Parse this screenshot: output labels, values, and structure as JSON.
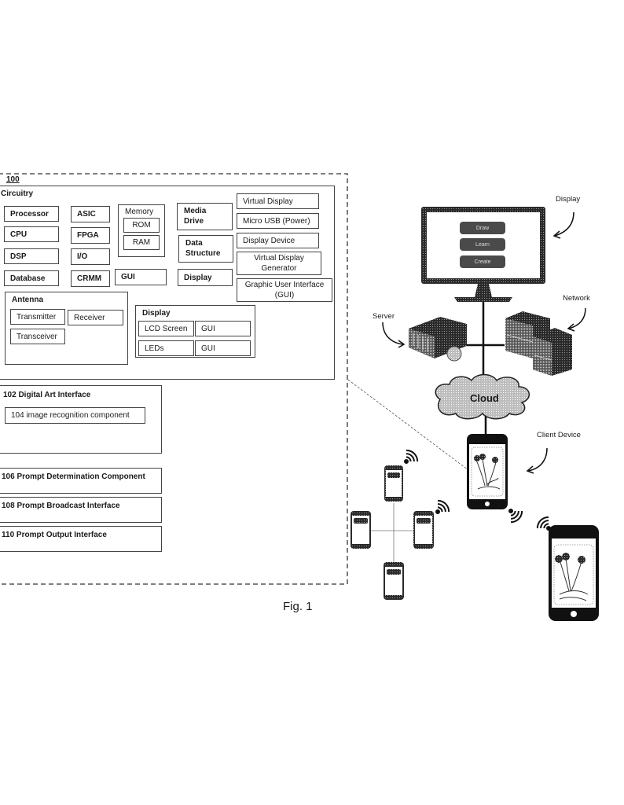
{
  "system": {
    "ref_label": "100",
    "circuitry": {
      "title": "Circuitry",
      "col1": [
        "Processor",
        "CPU",
        "DSP",
        "Database"
      ],
      "col2": [
        "ASIC",
        "FPGA",
        "I/O",
        "CRMM"
      ],
      "memory": {
        "title": "Memory",
        "items": [
          "ROM",
          "RAM"
        ]
      },
      "gui": "GUI",
      "col3": [
        "Media Drive",
        "Data Structure",
        "Display"
      ],
      "col4": [
        "Virtual Display",
        "Micro USB (Power)",
        "Display Device",
        "Virtual Display Generator",
        "Graphic User Interface (GUI)"
      ],
      "antenna": {
        "title": "Antenna",
        "items": [
          "Transmitter",
          "Receiver",
          "Transceiver"
        ]
      },
      "display": {
        "title": "Display",
        "rows": [
          [
            "LCD Screen",
            "GUI"
          ],
          [
            "LEDs",
            "GUI"
          ]
        ]
      }
    },
    "components": [
      {
        "title": "102 Digital Art Interface",
        "child": "104 image recognition component"
      },
      {
        "title": "106 Prompt Determination Component"
      },
      {
        "title": "108 Prompt Broadcast Interface"
      },
      {
        "title": "110 Prompt Output Interface"
      }
    ]
  },
  "network_diagram": {
    "monitor_buttons": [
      "Draw",
      "Learn",
      "Create"
    ],
    "callouts": {
      "display": "Display",
      "network": "Network",
      "server": "Server",
      "cloud": "Cloud",
      "client_device": "Client Device"
    }
  },
  "figure_label": "Fig. 1"
}
